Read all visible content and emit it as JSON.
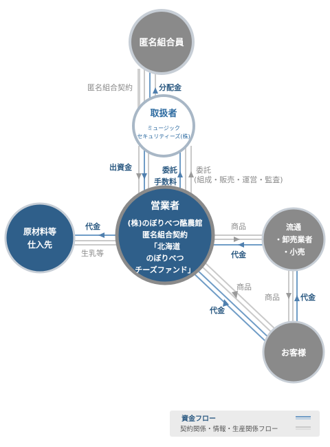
{
  "colors": {
    "fund_flow": "#6f9cc6",
    "info_flow": "#c9c9c9",
    "node_gray": "#8a8a8a",
    "node_blue": "#2f5f8a",
    "node_ring": "#a8b7c6",
    "label_blue": "#2c5a82",
    "label_gray": "#8a8a8a"
  },
  "nodes": {
    "investors": {
      "lines": [
        "匿名組合員"
      ]
    },
    "handler": {
      "title": "取扱者",
      "sub": [
        "ミュージック",
        "セキュリティーズ(株)"
      ]
    },
    "operator": {
      "title": "営業者",
      "lines": [
        "(株)のぼりべつ酪農館",
        "匿名組合契約",
        "「北海道",
        "のぼりべつ",
        "チーズファンド」"
      ]
    },
    "suppliers": {
      "lines": [
        "原材料等",
        "仕入先"
      ]
    },
    "distribution": {
      "lines": [
        "流通",
        "・卸売業者",
        "・小売"
      ]
    },
    "customers": {
      "lines": [
        "お客様"
      ]
    }
  },
  "labels": {
    "contract_top": "匿名組合契約",
    "distribution_money": "分配金",
    "investment": "出資金",
    "commission_line1": "委託",
    "commission_line2": "手数料",
    "entrust_line1": "委託",
    "entrust_line2": "(組成・販売・運営・監査)",
    "supplier_payment": "代金",
    "raw_milk": "生乳等",
    "goods_to_distribution": "商品",
    "payment_from_distribution": "代金",
    "goods_to_customer": "商品",
    "payment_from_customer": "代金",
    "goods_distribution_to_customer": "商品",
    "payment_customer_to_distribution": "代金"
  },
  "legend": {
    "fund_flow": "資金フロー",
    "info_flow": "契約関係・情報・生産関係フロー"
  }
}
